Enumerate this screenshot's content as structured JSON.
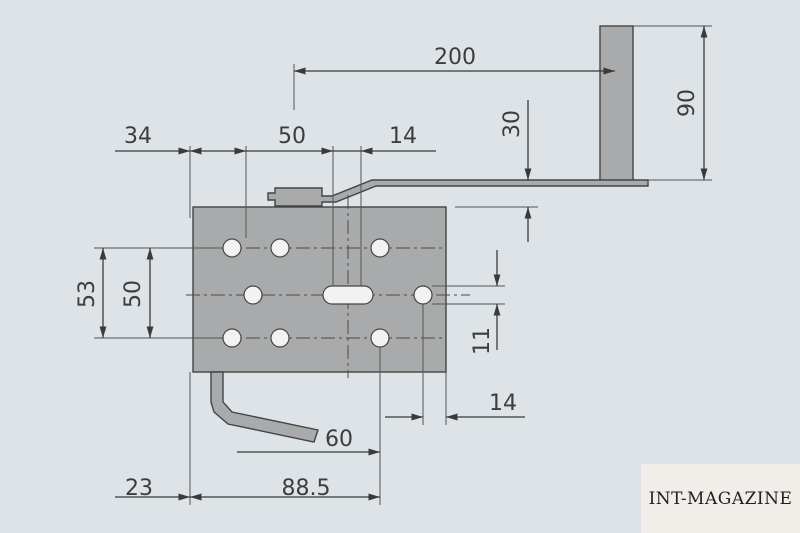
{
  "dimensions": {
    "d200": "200",
    "d90": "90",
    "d30": "30",
    "d34": "34",
    "d50_top": "50",
    "d14_top": "14",
    "d53": "53",
    "d50_left": "50",
    "d11": "11",
    "d14_right": "14",
    "d60": "60",
    "d23": "23",
    "d88_5": "88.5"
  },
  "watermark": "INT-MAGAZINE",
  "colors": {
    "background": "#dde3e6",
    "part_fill": "#a9aaab",
    "line": "#3a3a3a",
    "hole": "#f2f2f2"
  }
}
